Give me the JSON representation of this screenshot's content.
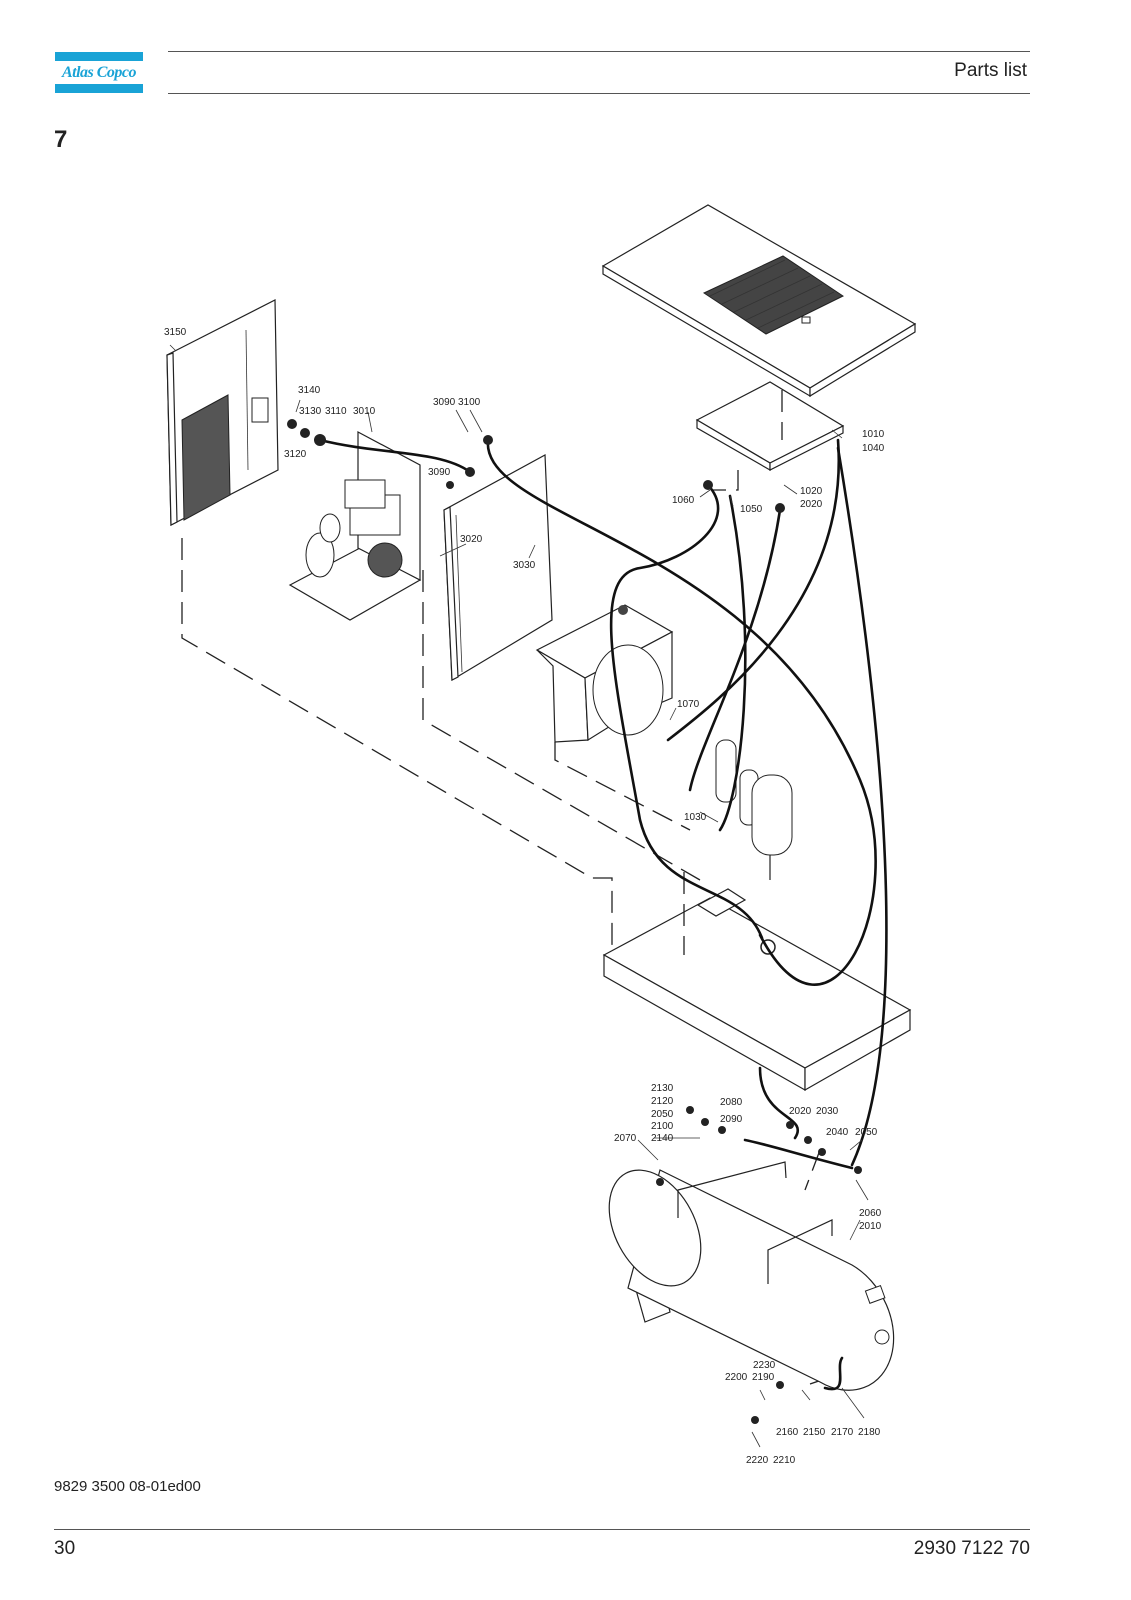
{
  "header": {
    "logo_text": "Atlas Copco",
    "brand_color": "#19a3d6",
    "title": "Parts list"
  },
  "chapter": "7",
  "drawing": {
    "callouts": {
      "c3150": "3150",
      "c3140": "3140",
      "c3130": "3130",
      "c3110": "3110",
      "c3010": "3010",
      "c3120": "3120",
      "c3090a": "3090",
      "c3100": "3100",
      "c3090b": "3090",
      "c3020": "3020",
      "c3030": "3030",
      "c1010": "1010",
      "c1040": "1040",
      "c1060": "1060",
      "c1050": "1050",
      "c1020": "1020",
      "c2020a": "2020",
      "c1070": "1070",
      "c1030": "1030",
      "c2130": "2130",
      "c2120": "2120",
      "c2050a": "2050",
      "c2100": "2100",
      "c2140": "2140",
      "c2070": "2070",
      "c2080": "2080",
      "c2090": "2090",
      "c2020b": "2020",
      "c2030": "2030",
      "c2040": "2040",
      "c2050b": "2050",
      "c2060": "2060",
      "c2010": "2010",
      "c2230": "2230",
      "c2200": "2200",
      "c2190": "2190",
      "c2160": "2160",
      "c2150": "2150",
      "c2170": "2170",
      "c2180": "2180",
      "c2220": "2220",
      "c2210": "2210"
    }
  },
  "footer": {
    "document_number": "9829 3500 08-01ed00",
    "page_number": "30",
    "part_number": "2930 7122 70"
  }
}
